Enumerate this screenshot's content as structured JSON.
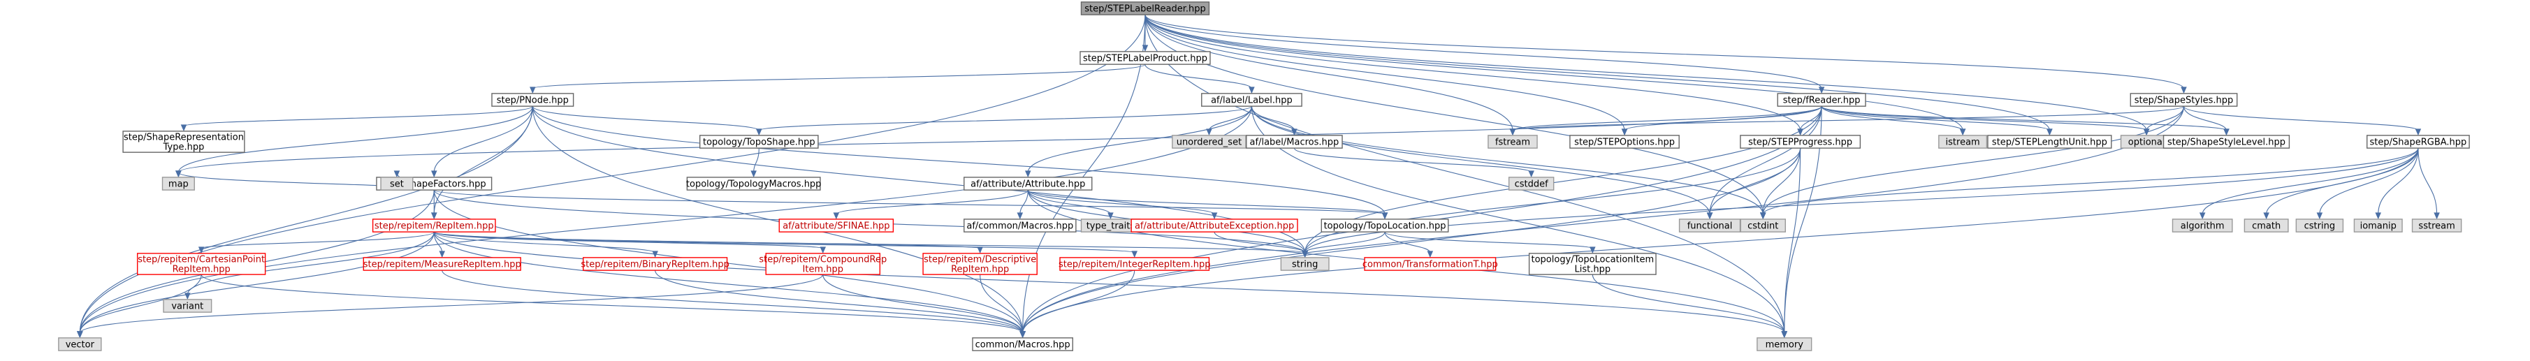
{
  "diagram": {
    "title": "step/STEPLabelReader.hpp include dependency graph",
    "colors": {
      "root_fill": "#a0a0a0",
      "root_border": "#666666",
      "node_fill": "#ffffff",
      "node_border": "#666666",
      "system_fill": "#e0e0e0",
      "system_border": "#999999",
      "missing_fill": "#ffffff",
      "missing_border": "#ff0000",
      "edge": "#4a6fa5"
    },
    "nodes": [
      {
        "id": "root",
        "label": "step/STEPLabelReader.hpp",
        "kind": "root"
      },
      {
        "id": "steplabelproduct",
        "label": "step/STEPLabelProduct.hpp",
        "kind": "normal"
      },
      {
        "id": "pnode",
        "label": "step/PNode.hpp",
        "kind": "normal"
      },
      {
        "id": "labellabel",
        "label": "af/label/Label.hpp",
        "kind": "normal"
      },
      {
        "id": "freader",
        "label": "step/fReader.hpp",
        "kind": "normal"
      },
      {
        "id": "shapestyles",
        "label": "step/ShapeStyles.hpp",
        "kind": "normal"
      },
      {
        "id": "shaperep",
        "label": "step/ShapeRepresentation\nType.hpp",
        "kind": "normal"
      },
      {
        "id": "topo",
        "label": "topology/TopoShape.hpp",
        "kind": "normal"
      },
      {
        "id": "unordered",
        "label": "unordered_set",
        "kind": "system"
      },
      {
        "id": "labelmacros",
        "label": "af/label/Macros.hpp",
        "kind": "normal"
      },
      {
        "id": "fstream",
        "label": "fstream",
        "kind": "system"
      },
      {
        "id": "stepoptions",
        "label": "step/STEPOptions.hpp",
        "kind": "normal"
      },
      {
        "id": "stepprogress",
        "label": "step/STEPProgress.hpp",
        "kind": "normal"
      },
      {
        "id": "istream",
        "label": "istream",
        "kind": "system"
      },
      {
        "id": "steplengthunit",
        "label": "step/STEPLengthUnit.hpp",
        "kind": "normal"
      },
      {
        "id": "optional",
        "label": "optional",
        "kind": "system"
      },
      {
        "id": "shapestylelevel",
        "label": "step/ShapeStyleLevel.hpp",
        "kind": "normal"
      },
      {
        "id": "shapergba",
        "label": "step/ShapeRGBA.hpp",
        "kind": "normal"
      },
      {
        "id": "shapefactors",
        "label": "step/ShapeFactors.hpp",
        "kind": "normal"
      },
      {
        "id": "attribute",
        "label": "af/attribute/Attribute.hpp",
        "kind": "normal"
      },
      {
        "id": "topomacros",
        "label": "topology/TopologyMacros.hpp",
        "kind": "normal"
      },
      {
        "id": "cstddef",
        "label": "cstddef",
        "kind": "system"
      },
      {
        "id": "map",
        "label": "map",
        "kind": "system"
      },
      {
        "id": "set",
        "label": "set",
        "kind": "system"
      },
      {
        "id": "repitem",
        "label": "step/repitem/RepItem.hpp",
        "kind": "missing"
      },
      {
        "id": "sfinae",
        "label": "af/attribute/SFINAE.hpp",
        "kind": "missing"
      },
      {
        "id": "afcommonmacros",
        "label": "af/common/Macros.hpp",
        "kind": "normal"
      },
      {
        "id": "typetraits",
        "label": "type_traits",
        "kind": "system"
      },
      {
        "id": "attrexception",
        "label": "af/attribute/AttributeException.hpp",
        "kind": "missing"
      },
      {
        "id": "topolocation",
        "label": "topology/TopoLocation.hpp",
        "kind": "normal"
      },
      {
        "id": "functional",
        "label": "functional",
        "kind": "system"
      },
      {
        "id": "cstdint",
        "label": "cstdint",
        "kind": "system"
      },
      {
        "id": "algorithm",
        "label": "algorithm",
        "kind": "system"
      },
      {
        "id": "cmath",
        "label": "cmath",
        "kind": "system"
      },
      {
        "id": "cstring",
        "label": "cstring",
        "kind": "system"
      },
      {
        "id": "iomanip",
        "label": "iomanip",
        "kind": "system"
      },
      {
        "id": "sstream",
        "label": "sstream",
        "kind": "system"
      },
      {
        "id": "cartesian",
        "label": "step/repitem/CartesianPoint\nRepItem.hpp",
        "kind": "missing"
      },
      {
        "id": "measure",
        "label": "step/repitem/MeasureRepItem.hpp",
        "kind": "missing"
      },
      {
        "id": "binary",
        "label": "step/repitem/BinaryRepItem.hpp",
        "kind": "missing"
      },
      {
        "id": "compound",
        "label": "step/repitem/CompoundRep\nItem.hpp",
        "kind": "missing"
      },
      {
        "id": "descriptive",
        "label": "step/repitem/Descriptive\nRepItem.hpp",
        "kind": "missing"
      },
      {
        "id": "integer",
        "label": "step/repitem/IntegerRepItem.hpp",
        "kind": "missing"
      },
      {
        "id": "string",
        "label": "string",
        "kind": "system"
      },
      {
        "id": "transformation",
        "label": "common/TransformationT.hpp",
        "kind": "missing"
      },
      {
        "id": "topolocationitem",
        "label": "topology/TopoLocationItem\nList.hpp",
        "kind": "normal"
      },
      {
        "id": "variant",
        "label": "variant",
        "kind": "system"
      },
      {
        "id": "vector",
        "label": "vector",
        "kind": "system"
      },
      {
        "id": "commonmacros",
        "label": "common/Macros.hpp",
        "kind": "normal"
      },
      {
        "id": "memory",
        "label": "memory",
        "kind": "system"
      }
    ],
    "edges": [
      [
        "root",
        "steplabelproduct"
      ],
      [
        "root",
        "freader"
      ],
      [
        "root",
        "shapestyles"
      ],
      [
        "root",
        "fstream"
      ],
      [
        "root",
        "stepoptions"
      ],
      [
        "root",
        "stepprogress"
      ],
      [
        "root",
        "istream"
      ],
      [
        "root",
        "steplengthunit"
      ],
      [
        "root",
        "optional"
      ],
      [
        "root",
        "cstdint"
      ],
      [
        "root",
        "vector"
      ],
      [
        "root",
        "memory"
      ],
      [
        "root",
        "commonmacros"
      ],
      [
        "steplabelproduct",
        "pnode"
      ],
      [
        "steplabelproduct",
        "labellabel"
      ],
      [
        "pnode",
        "shaperep"
      ],
      [
        "pnode",
        "topo"
      ],
      [
        "pnode",
        "shapefactors"
      ],
      [
        "pnode",
        "repitem"
      ],
      [
        "pnode",
        "map"
      ],
      [
        "pnode",
        "vector"
      ],
      [
        "pnode",
        "string"
      ],
      [
        "pnode",
        "commonmacros"
      ],
      [
        "pnode",
        "topolocation"
      ],
      [
        "labellabel",
        "topo"
      ],
      [
        "labellabel",
        "unordered"
      ],
      [
        "labellabel",
        "labelmacros"
      ],
      [
        "labellabel",
        "attribute"
      ],
      [
        "labellabel",
        "functional"
      ],
      [
        "labellabel",
        "memory"
      ],
      [
        "labellabel",
        "cstdint"
      ],
      [
        "labellabel",
        "vector"
      ],
      [
        "freader",
        "fstream"
      ],
      [
        "freader",
        "stepoptions"
      ],
      [
        "freader",
        "stepprogress"
      ],
      [
        "freader",
        "istream"
      ],
      [
        "freader",
        "steplengthunit"
      ],
      [
        "freader",
        "optional"
      ],
      [
        "freader",
        "functional"
      ],
      [
        "freader",
        "memory"
      ],
      [
        "freader",
        "commonmacros"
      ],
      [
        "freader",
        "string"
      ],
      [
        "freader",
        "shapestylelevel"
      ],
      [
        "freader",
        "map"
      ],
      [
        "shapestyles",
        "optional"
      ],
      [
        "shapestyles",
        "shapestylelevel"
      ],
      [
        "shapestyles",
        "shapergba"
      ],
      [
        "shapestyles",
        "cstdint"
      ],
      [
        "shapestyles",
        "commonmacros"
      ],
      [
        "shapestyles",
        "fstream"
      ],
      [
        "topo",
        "topomacros"
      ],
      [
        "labelmacros",
        "cstddef"
      ],
      [
        "stepprogress",
        "functional"
      ],
      [
        "stepprogress",
        "cstdint"
      ],
      [
        "stepprogress",
        "commonmacros"
      ],
      [
        "stepprogress",
        "memory"
      ],
      [
        "stepprogress",
        "string"
      ],
      [
        "shapergba",
        "algorithm"
      ],
      [
        "shapergba",
        "cmath"
      ],
      [
        "shapergba",
        "cstring"
      ],
      [
        "shapergba",
        "iomanip"
      ],
      [
        "shapergba",
        "sstream"
      ],
      [
        "shapergba",
        "cstdint"
      ],
      [
        "shapergba",
        "commonmacros"
      ],
      [
        "shapergba",
        "string"
      ],
      [
        "shapefactors",
        "map"
      ],
      [
        "shapefactors",
        "set"
      ],
      [
        "shapefactors",
        "repitem"
      ],
      [
        "shapefactors",
        "vector"
      ],
      [
        "shapefactors",
        "commonmacros"
      ],
      [
        "shapefactors",
        "string"
      ],
      [
        "shapefactors",
        "topolocation"
      ],
      [
        "attribute",
        "sfinae"
      ],
      [
        "attribute",
        "afcommonmacros"
      ],
      [
        "attribute",
        "typetraits"
      ],
      [
        "attribute",
        "attrexception"
      ],
      [
        "attribute",
        "string"
      ],
      [
        "attribute",
        "memory"
      ],
      [
        "attribute",
        "topolocation"
      ],
      [
        "attrexception",
        "string"
      ],
      [
        "topolocation",
        "transformation"
      ],
      [
        "topolocation",
        "topolocationitem"
      ],
      [
        "topolocation",
        "string"
      ],
      [
        "repitem",
        "cartesian"
      ],
      [
        "repitem",
        "measure"
      ],
      [
        "repitem",
        "binary"
      ],
      [
        "repitem",
        "compound"
      ],
      [
        "repitem",
        "descriptive"
      ],
      [
        "repitem",
        "integer"
      ],
      [
        "repitem",
        "string"
      ],
      [
        "repitem",
        "variant"
      ],
      [
        "repitem",
        "vector"
      ],
      [
        "repitem",
        "commonmacros"
      ],
      [
        "repitem",
        "memory"
      ],
      [
        "cartesian",
        "commonmacros"
      ],
      [
        "cartesian",
        "vector"
      ],
      [
        "measure",
        "commonmacros"
      ],
      [
        "binary",
        "commonmacros"
      ],
      [
        "compound",
        "commonmacros"
      ],
      [
        "compound",
        "vector"
      ],
      [
        "descriptive",
        "commonmacros"
      ],
      [
        "integer",
        "commonmacros"
      ],
      [
        "topolocationitem",
        "memory"
      ]
    ]
  }
}
